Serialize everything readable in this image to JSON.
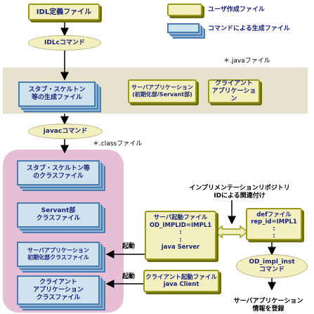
{
  "nodes": {
    "idl_file": "IDL定義ファイル",
    "idlc_cmd": "IDLcコマンド",
    "stub_gen": "スタブ・スケルトン\n等の生成ファイル",
    "server_app": "サーバアプリケーション\n(初期化部/Servant部)",
    "client_app": "クライアント\nアプリケーション",
    "javac_cmd": "javacコマンド",
    "stub_class": "スタブ・スケルトン等\nのクラスファイル",
    "servant_class": "Servant部\nクラスファイル",
    "server_init_class": "サーバアプリケーション\n初期化部クラスファイル",
    "client_class": "クライアント\nアプリケーション\nクラスファイル",
    "server_start_file": "サーバ起動ファイル\nOD_IMPLID=IMPL1\n:\n:\njava Server",
    "client_start_file": "クライアント起動ファイル\njava Client",
    "def_file": "defファイル\nrep_id=IMPL1\n:\n:",
    "od_impl_inst": "OD_impl_inst\nコマンド"
  },
  "legend": {
    "user_file": "ユーザ作成ファイル",
    "generated_file": "コマンドによる生成ファイル"
  },
  "labels": {
    "java_files": "＊.javaファイル",
    "class_files": "＊.classファイル",
    "impl_repo": "インプリメンテーションリポジトリ\nIDによる関連付け",
    "launch1": "起動",
    "launch2": "起動",
    "register": "サーバアプリケーション\n情報を登録"
  },
  "colors": {
    "java_band": "#e6e1cc",
    "class_band": "#e6bfd7",
    "user_file_border": "#9a9a1a",
    "generated_border": "#4a7db0",
    "text_blue": "#1a237e"
  }
}
